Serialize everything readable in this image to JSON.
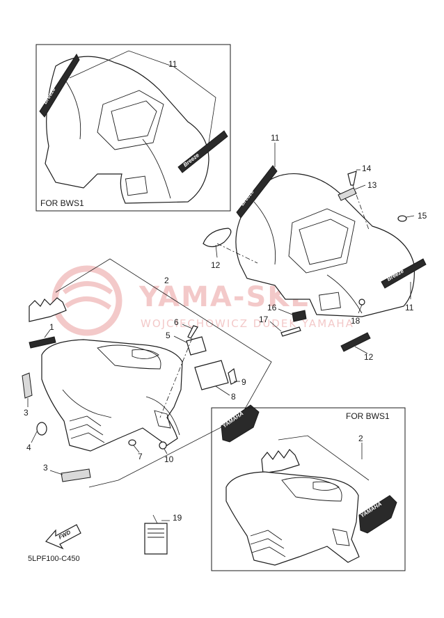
{
  "watermark": {
    "brand": "YAMA-SKLEPAL",
    "subtitle": "WOJCIECHOWICZ DUDEK YAMAHA"
  },
  "frames": {
    "top_left_label": "FOR BWS1",
    "bottom_right_label": "FOR BWS1"
  },
  "callouts": {
    "c1": "1",
    "c2a": "2",
    "c2b": "2",
    "c3a": "3",
    "c3b": "3",
    "c4": "4",
    "c5": "5",
    "c6": "6",
    "c7": "7",
    "c8": "8",
    "c9": "9",
    "c10": "10",
    "c11a": "11",
    "c11b": "11",
    "c11c": "11",
    "c12a": "12",
    "c12b": "12",
    "c13": "13",
    "c14": "14",
    "c15": "15",
    "c16": "16",
    "c17": "17",
    "c18": "18",
    "c19": "19"
  },
  "decals": {
    "brand_small": "Breeze",
    "yamaha": "YAMAHA",
    "fwd": "FWD"
  },
  "diagram_code": "5LPF100-C450",
  "colors": {
    "line": "#1a1a1a",
    "watermark": "#f3c9c9",
    "decal_fill": "#d9d9d9"
  }
}
